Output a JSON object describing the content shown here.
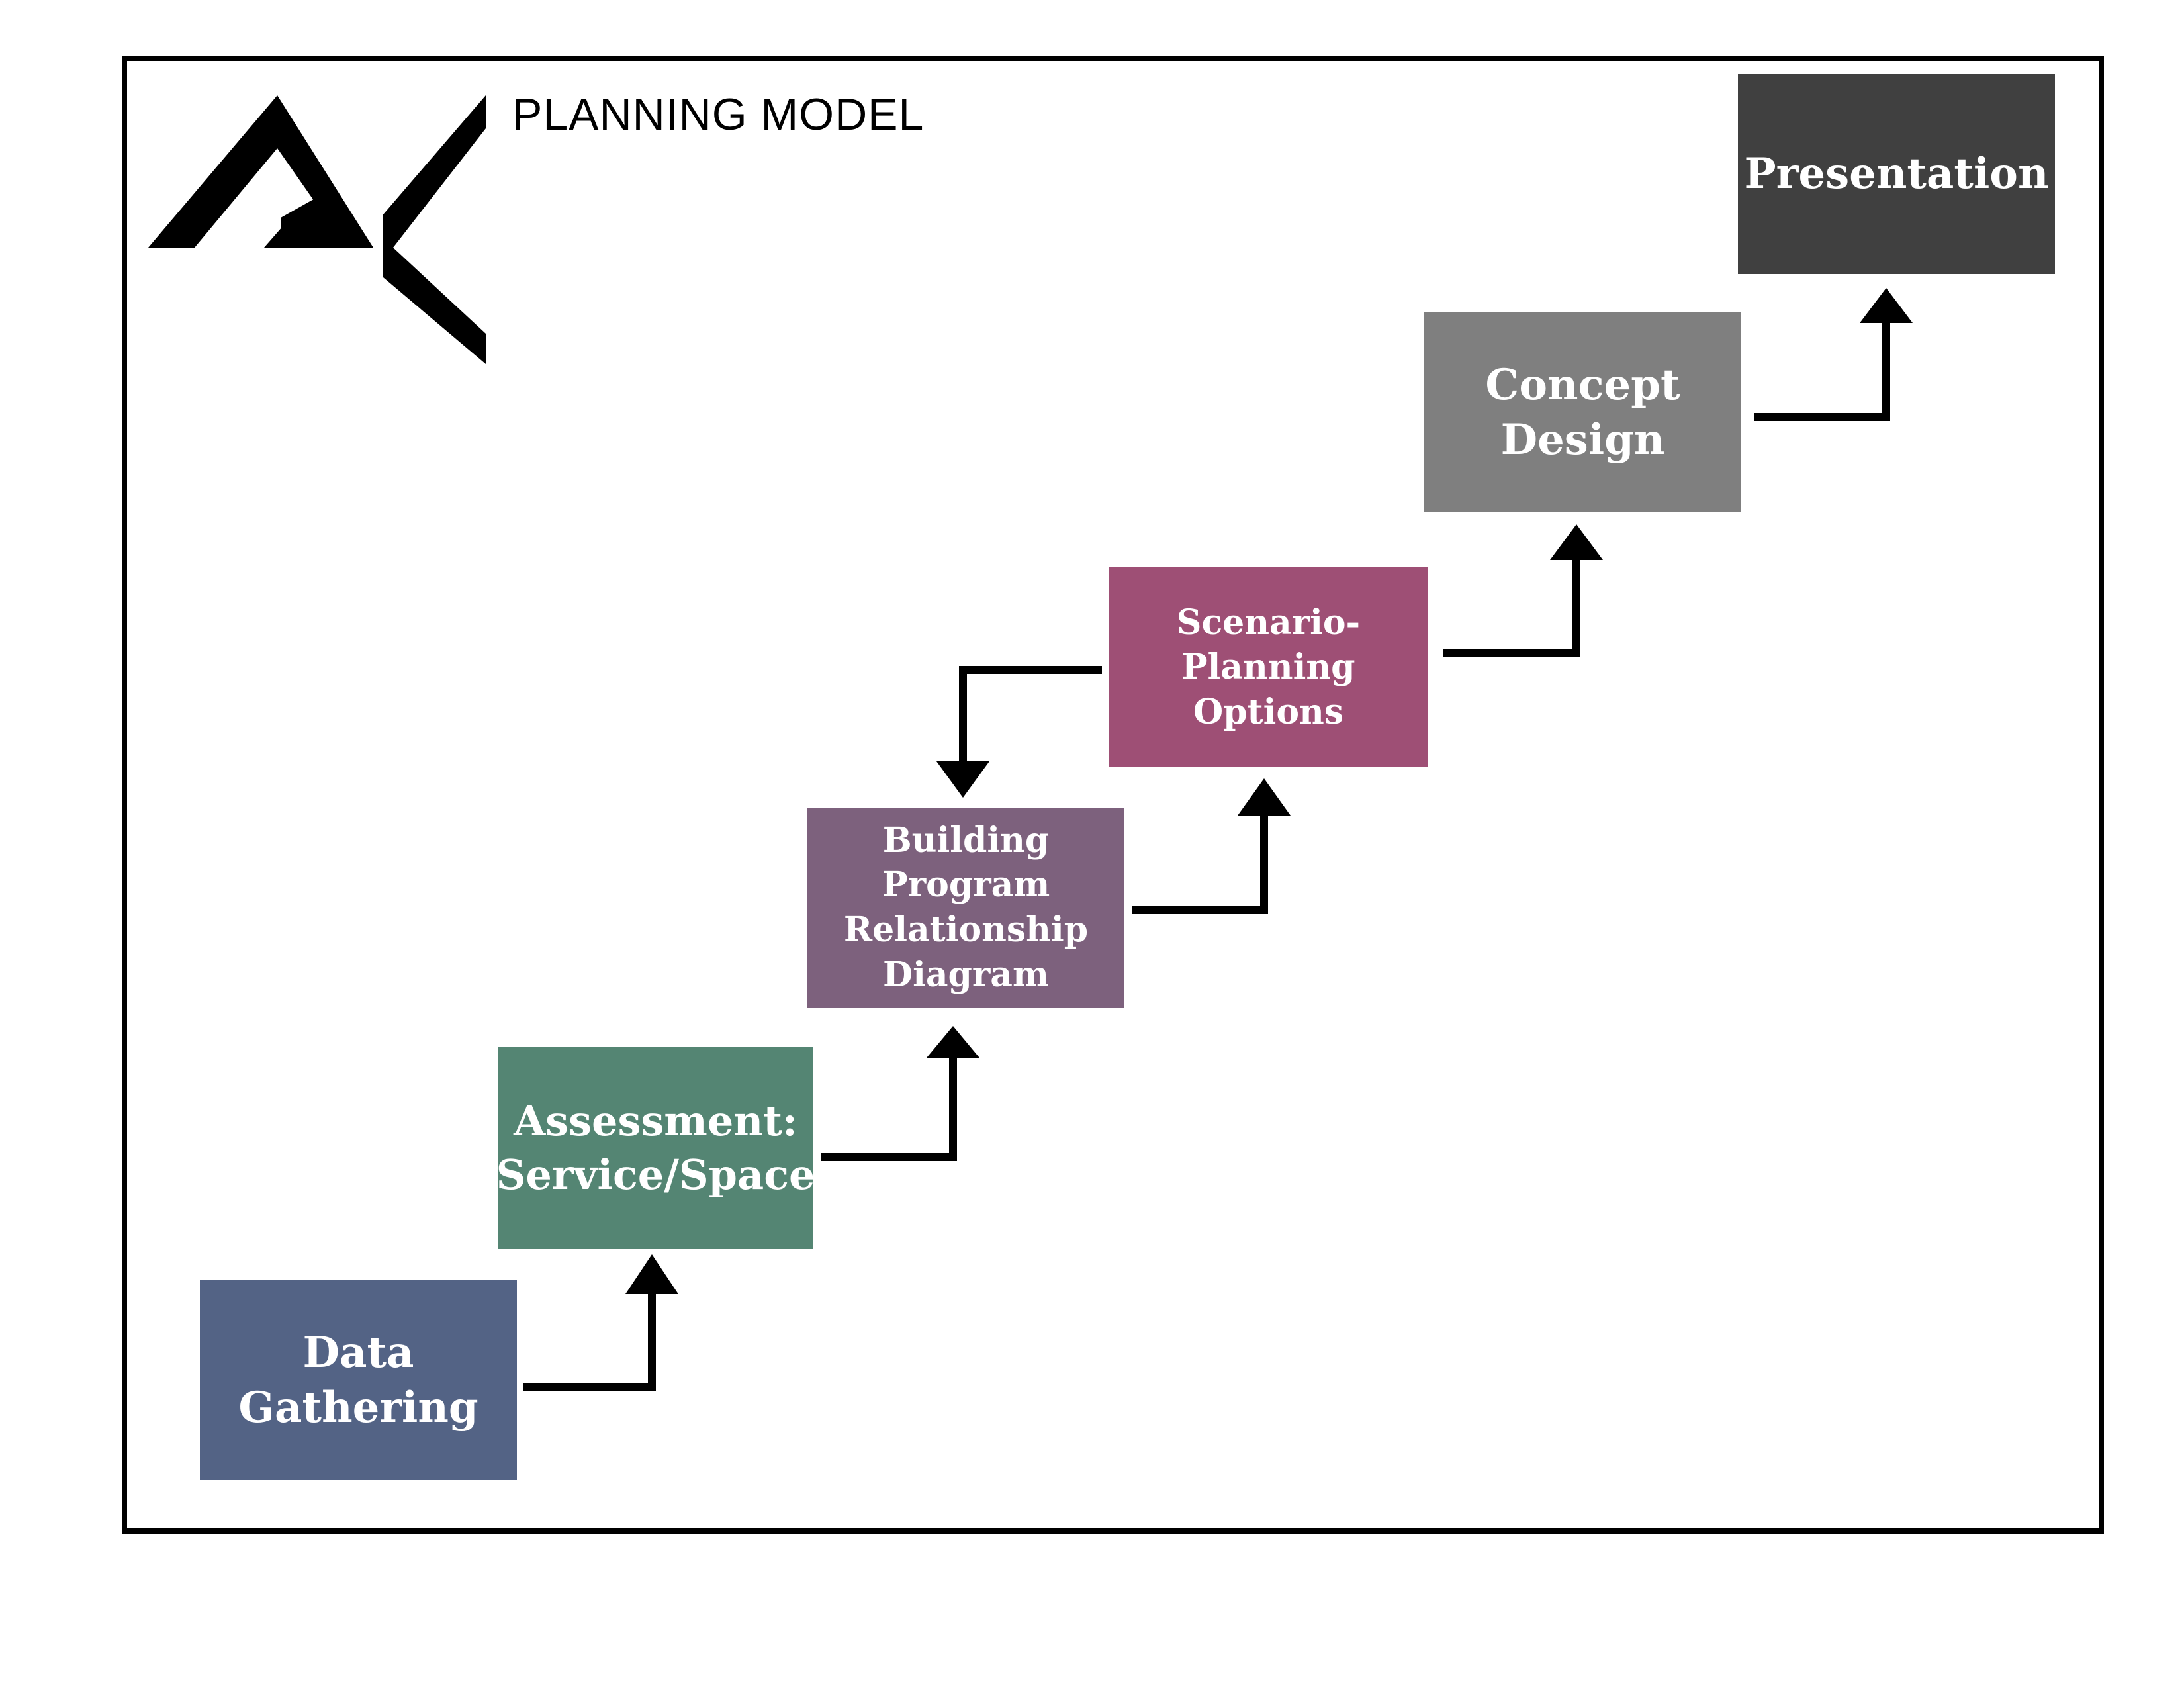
{
  "title": "PLANNING MODEL",
  "logo": {
    "icon": "ak-monogram-logo"
  },
  "steps": [
    {
      "label": "Data\nGathering",
      "color": "#536385"
    },
    {
      "label": "Assessment:\nService/Space",
      "color": "#548573"
    },
    {
      "label": "Building Program\nRelationship\nDiagram",
      "color": "#7d617d"
    },
    {
      "label": "Scenario-Planning\nOptions",
      "color": "#9e4f75"
    },
    {
      "label": "Concept\nDesign",
      "color": "#7f7f7f"
    },
    {
      "label": "Presentation",
      "color": "#404040"
    }
  ],
  "arrow_color": "#000000"
}
